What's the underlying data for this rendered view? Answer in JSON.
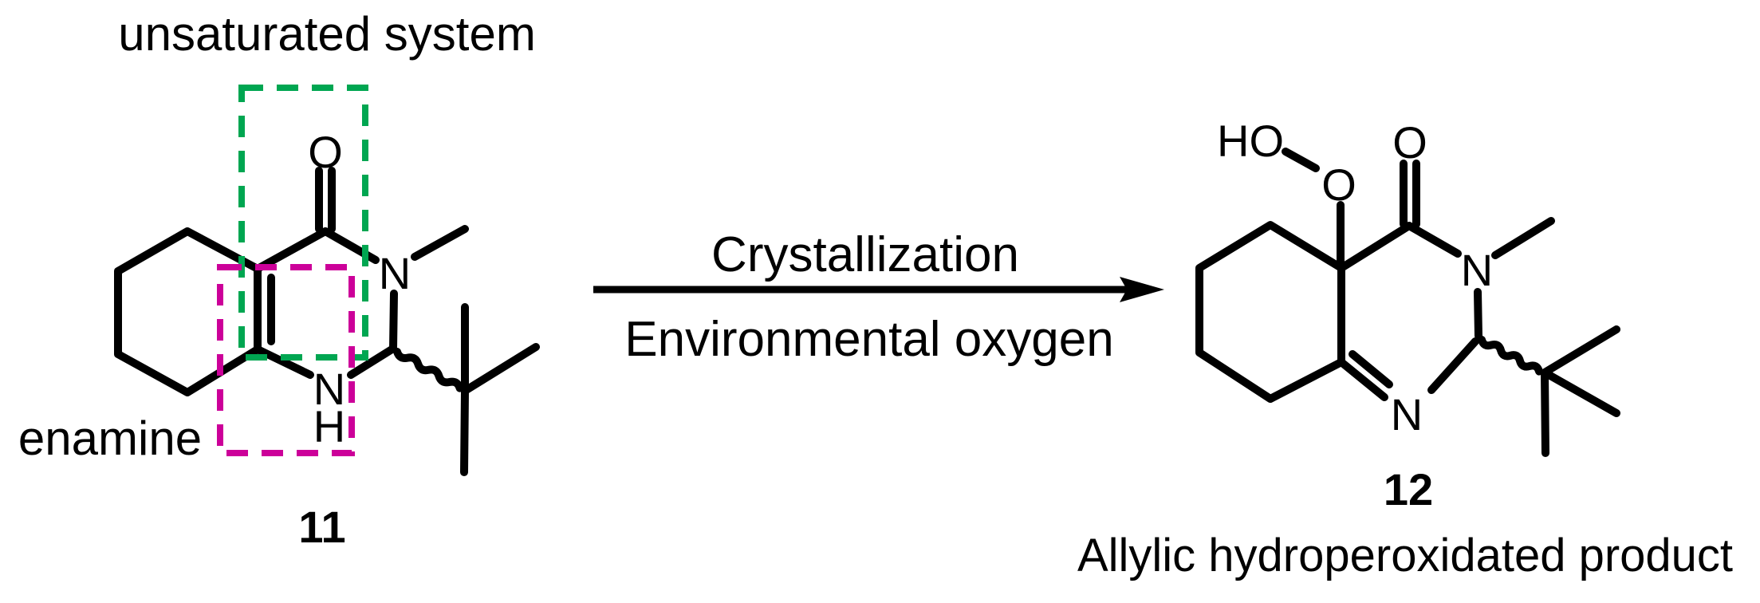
{
  "colors": {
    "green": "#00a651",
    "magenta": "#cc0099",
    "black": "#000000"
  },
  "annotations": {
    "unsaturated_system": "unsaturated system",
    "enamine": "enamine"
  },
  "reaction": {
    "condition_top": "Crystallization",
    "condition_bottom": "Environmental oxygen"
  },
  "compound_11": {
    "number": "11",
    "atoms": {
      "carbonyl_o": "O",
      "n_methyl": "N",
      "nh_n": "N",
      "nh_h": "H"
    }
  },
  "compound_12": {
    "number": "12",
    "caption": "Allylic hydroperoxidated product",
    "atoms": {
      "hydroperoxide_ho": "HO",
      "hydroperoxide_o": "O",
      "carbonyl_o": "O",
      "n_methyl": "N",
      "imine_n": "N"
    }
  }
}
